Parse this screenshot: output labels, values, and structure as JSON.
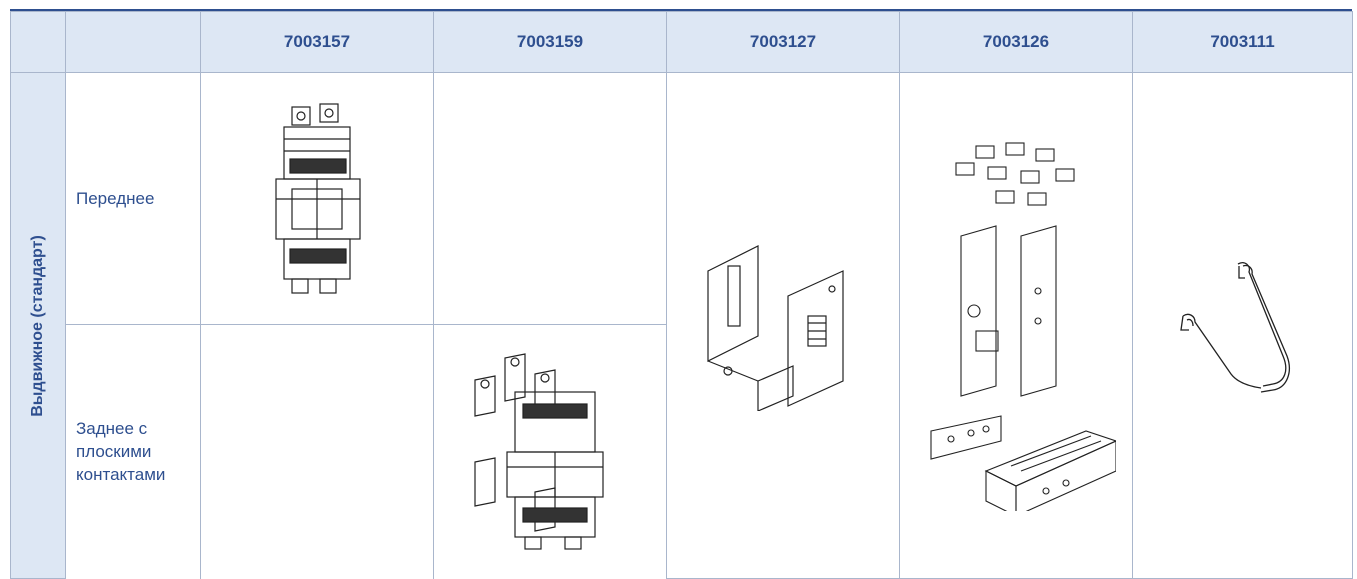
{
  "table": {
    "header": [
      "",
      "",
      "7003157",
      "7003159",
      "7003127",
      "7003126",
      "7003111"
    ],
    "group_label": "Выдвижное (стандарт)",
    "rows": [
      {
        "label": "Переднее"
      },
      {
        "label": "Заднее с плоскими контактами"
      }
    ]
  },
  "illustrations": {
    "7003157": "front-terminal-base-icon",
    "7003159": "rear-flat-terminal-base-icon",
    "7003127": "bracket-icon",
    "7003126": "accessory-kit-icon",
    "7003111": "handle-icon"
  },
  "colors": {
    "header_bg": "#dde7f4",
    "text": "#2e4f8f",
    "border": "#a9b6cc",
    "top_rule": "#2e4f8f"
  }
}
